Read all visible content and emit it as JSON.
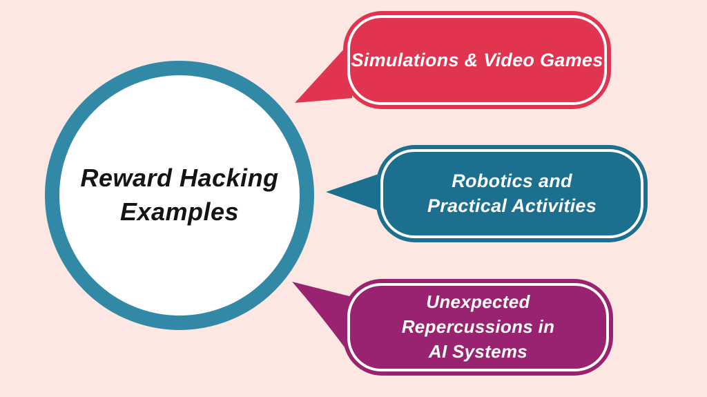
{
  "canvas": {
    "background_color": "#FCE7E3"
  },
  "center_circle": {
    "title_lines": [
      "Reward Hacking",
      "Examples"
    ],
    "ring_color": "#3189A5",
    "fill_color": "#FFFFFF",
    "text_color": "#141414"
  },
  "bubbles": [
    {
      "id": "simulations-video-games",
      "label_lines": [
        "Simulations & Video Games"
      ],
      "fill_color": "#E13450",
      "ring_color": "#FFFFFF",
      "text_color": "#FFFFFF"
    },
    {
      "id": "robotics-practical-activities",
      "label_lines": [
        "Robotics and",
        "Practical Activities"
      ],
      "fill_color": "#1C6F8E",
      "ring_color": "#FFFFFF",
      "text_color": "#FFFFFF"
    },
    {
      "id": "unexpected-repercussions-ai-systems",
      "label_lines": [
        "Unexpected",
        "Repercussions in",
        "AI Systems"
      ],
      "fill_color": "#9A2371",
      "ring_color": "#FFFFFF",
      "text_color": "#FFFFFF"
    }
  ]
}
